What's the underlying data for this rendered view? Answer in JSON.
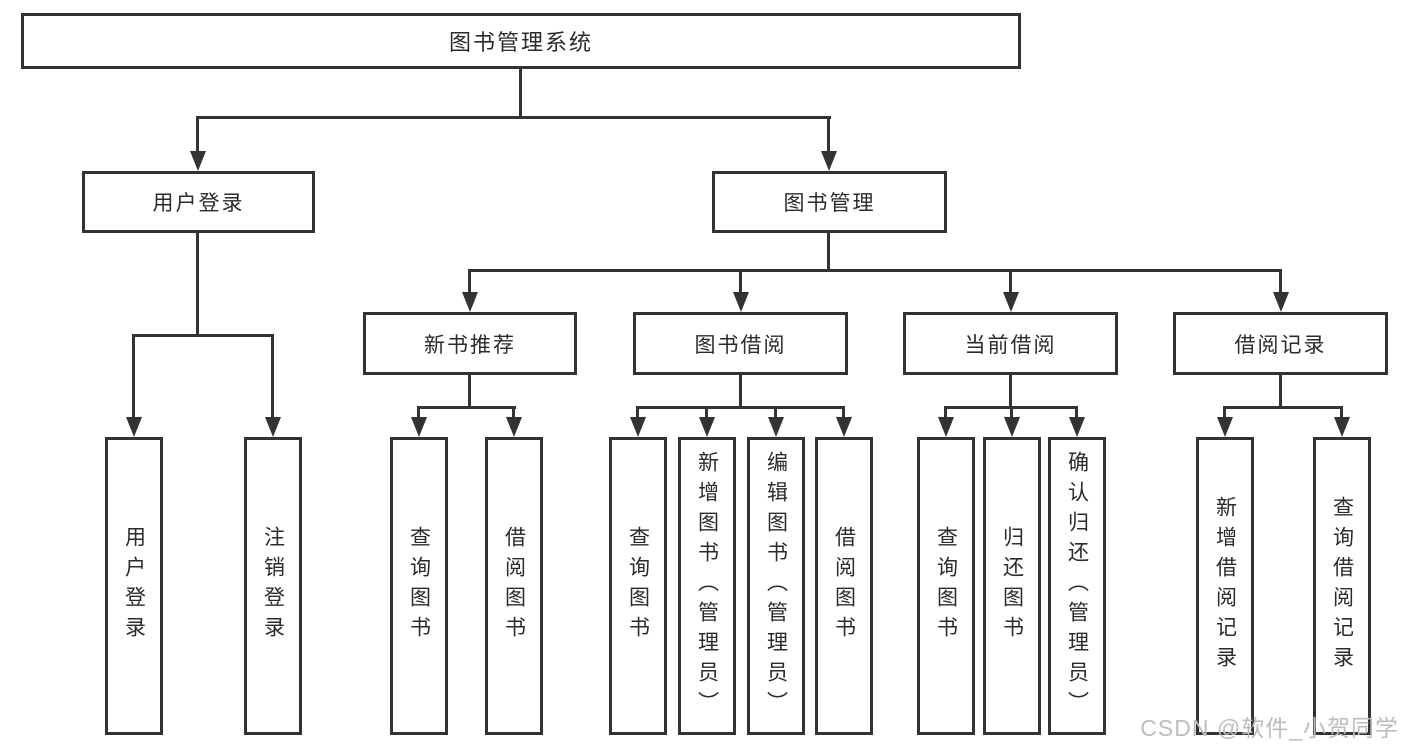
{
  "diagram": {
    "type": "tree",
    "root": {
      "label": "图书管理系统",
      "children": [
        {
          "label": "用户登录",
          "children": [
            {
              "label": "用户登录"
            },
            {
              "label": "注销登录"
            }
          ]
        },
        {
          "label": "图书管理",
          "children": [
            {
              "label": "新书推荐",
              "children": [
                {
                  "label": "查询图书"
                },
                {
                  "label": "借阅图书"
                }
              ]
            },
            {
              "label": "图书借阅",
              "children": [
                {
                  "label": "查询图书"
                },
                {
                  "label": "新增图书（管理员）"
                },
                {
                  "label": "编辑图书（管理员）"
                },
                {
                  "label": "借阅图书"
                }
              ]
            },
            {
              "label": "当前借阅",
              "children": [
                {
                  "label": "查询图书"
                },
                {
                  "label": "归还图书"
                },
                {
                  "label": "确认归还（管理员）"
                }
              ]
            },
            {
              "label": "借阅记录",
              "children": [
                {
                  "label": "新增借阅记录"
                },
                {
                  "label": "查询借阅记录"
                }
              ]
            }
          ]
        }
      ]
    }
  },
  "watermark": {
    "text": "CSDN @软件_小贺同学"
  },
  "colors": {
    "line": "#333333",
    "fill": "#ffffff",
    "text": "#2b2b2b",
    "wm": "#bdbdbd"
  }
}
